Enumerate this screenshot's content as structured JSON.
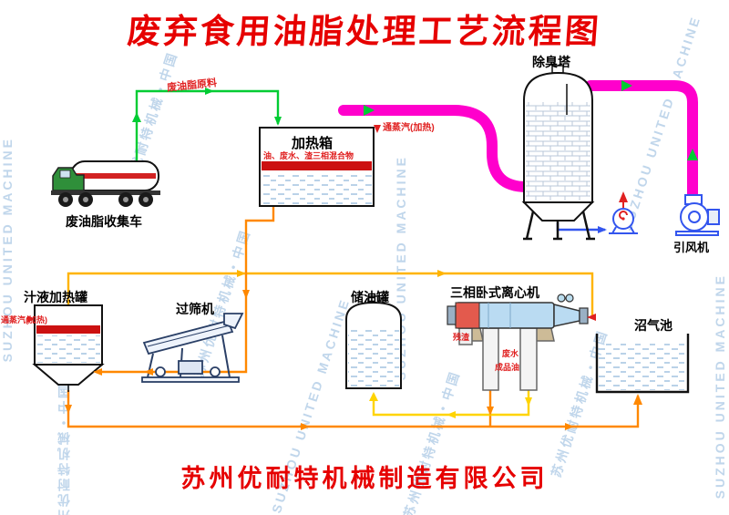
{
  "title": "废弃食用油脂处理工艺流程图",
  "company": "苏州优耐特机械制造有限公司",
  "watermarks": {
    "en": "SUZHOU UNITED MACHINE",
    "cn": "苏州优耐特机械・中国"
  },
  "colors": {
    "title_red": "#e60000",
    "annotation_red": "#e02020",
    "tank_band_red": "#cc1111",
    "flow_green": "#00cc33",
    "steam_pipe_magenta": "#ff00cc",
    "flow_orange": "#ff8800",
    "flow_amber": "#ffb400",
    "flow_yellow": "#ffd400",
    "flow_blue": "#3355ee",
    "watermark_blue": "#96b9dc"
  },
  "components": {
    "truck": {
      "label": "废油脂收集车"
    },
    "heating_box": {
      "label": "加热箱",
      "mixture_note": "油、废水、渣三相混合物",
      "steam_note": "通蒸汽(加热)"
    },
    "tower": {
      "label": "除臭塔"
    },
    "fan": {
      "label": "引风机"
    },
    "juice_tank": {
      "label": "汁液加热罐",
      "steam_note": "通蒸汽(加热)"
    },
    "screen": {
      "label": "过筛机"
    },
    "oil_tank": {
      "label": "储油罐"
    },
    "centrifuge": {
      "label": "三相卧式离心机",
      "out_residue": "残渣",
      "out_water": "废水",
      "out_oil": "成品油"
    },
    "biogas_pool": {
      "label": "沼气池"
    }
  },
  "flows": {
    "raw_material": "废油脂原料"
  }
}
